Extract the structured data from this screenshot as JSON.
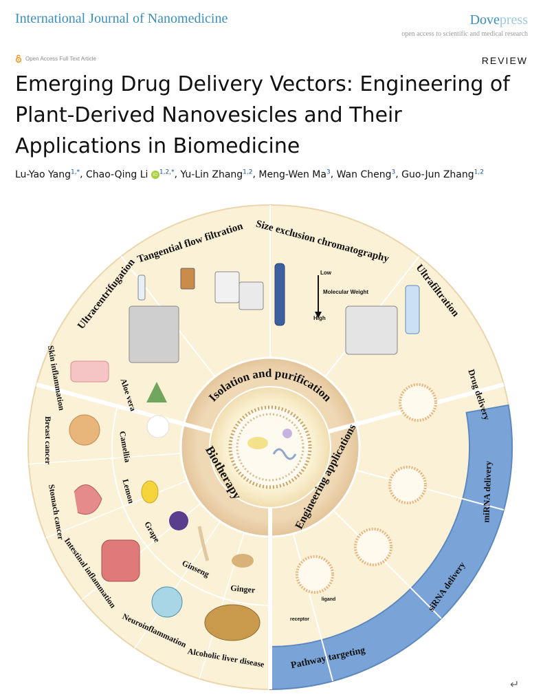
{
  "header": {
    "journal_name": "International Journal of Nanomedicine",
    "publisher_bold": "Dove",
    "publisher_light": "press",
    "tagline": "open access to scientific and medical research",
    "open_access_label": "Open Access Full Text Article",
    "article_type": "REVIEW"
  },
  "article": {
    "title": "Emerging Drug Delivery Vectors: Engineering of Plant-Derived Nanovesicles and Their Applications in Biomedicine",
    "authors": [
      {
        "name": "Lu-Yao Yang",
        "aff": "1,*",
        "orcid": false
      },
      {
        "name": "Chao-Qing Li",
        "aff": "1,2,*",
        "orcid": true
      },
      {
        "name": "Yu-Lin Zhang",
        "aff": "1,2",
        "orcid": false
      },
      {
        "name": "Meng-Wen Ma",
        "aff": "3",
        "orcid": false
      },
      {
        "name": "Wan Cheng",
        "aff": "3",
        "orcid": false
      },
      {
        "name": "Guo-Jun Zhang",
        "aff": "1,2",
        "orcid": false
      }
    ]
  },
  "figure": {
    "center_labels": {
      "isolation": "Isolation and purification",
      "engineering": "Engineering applications",
      "biotherapy": "Biotherapy"
    },
    "isolation_methods": [
      "Ultracentrifugation",
      "Tangential flow filtration",
      "Size exclusion chromatography",
      "Ultrafiltration"
    ],
    "sec_axis": {
      "low": "Low",
      "mw": "Molecular Weight",
      "high": "High"
    },
    "engineering_apps": [
      "Drug delivery",
      "miRNA delivery",
      "siRNA delivery",
      "Pathway targeting"
    ],
    "receptor_labels": {
      "receptor": "receptor",
      "ligand": "ligand"
    },
    "plant_sources": [
      "Aloe vera",
      "Camellia",
      "Lemon",
      "Grape",
      "Ginseng",
      "Ginger"
    ],
    "diseases": [
      "Skin inflammation",
      "Breast cancer",
      "Stomach cancer",
      "Intestinal inflammation",
      "Neuroinflammation",
      "Alcoholic liver disease"
    ]
  },
  "footer": {
    "return_glyph": "↵"
  }
}
